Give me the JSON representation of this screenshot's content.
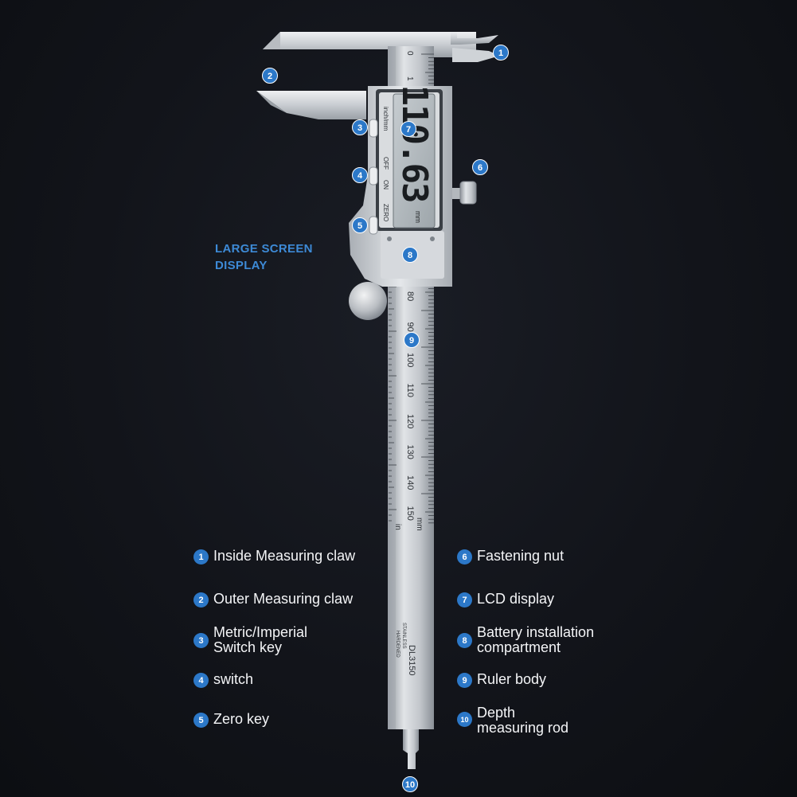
{
  "caption": {
    "line1": "LARGE SCREEN",
    "line2": "DISPLAY"
  },
  "display": {
    "reading": "110.63",
    "unit": "mm",
    "label_units": "inch/mm",
    "label_off": "OFF",
    "label_on": "ON",
    "label_zero": "ZERO"
  },
  "ruler": {
    "scale_numbers": [
      "80",
      "90",
      "100",
      "110",
      "120",
      "130",
      "140",
      "150"
    ],
    "top_digits": [
      "0",
      "1"
    ],
    "unit_mm": "mm",
    "unit_in": "in",
    "model": "DL3150",
    "material_line1": "STAINLESS",
    "material_line2": "HARDENED"
  },
  "callouts": [
    "1",
    "2",
    "3",
    "4",
    "5",
    "6",
    "7",
    "8",
    "9",
    "10"
  ],
  "legend": [
    {
      "num": "1",
      "label": "Inside Measuring claw"
    },
    {
      "num": "2",
      "label": "Outer Measuring claw"
    },
    {
      "num": "3",
      "label": "Metric/Imperial\nSwitch key"
    },
    {
      "num": "4",
      "label": "switch"
    },
    {
      "num": "5",
      "label": "Zero key"
    },
    {
      "num": "6",
      "label": "Fastening nut"
    },
    {
      "num": "7",
      "label": "LCD display"
    },
    {
      "num": "8",
      "label": "Battery installation\ncompartment"
    },
    {
      "num": "9",
      "label": "Ruler body"
    },
    {
      "num": "10",
      "label": "Depth\nmeasuring rod"
    }
  ],
  "colors": {
    "background": "#12141a",
    "accent_blue": "#2c78c8",
    "caption_blue": "#3d8ad6",
    "steel": "#c9cdd2",
    "lcd": "#b9c0c4"
  }
}
